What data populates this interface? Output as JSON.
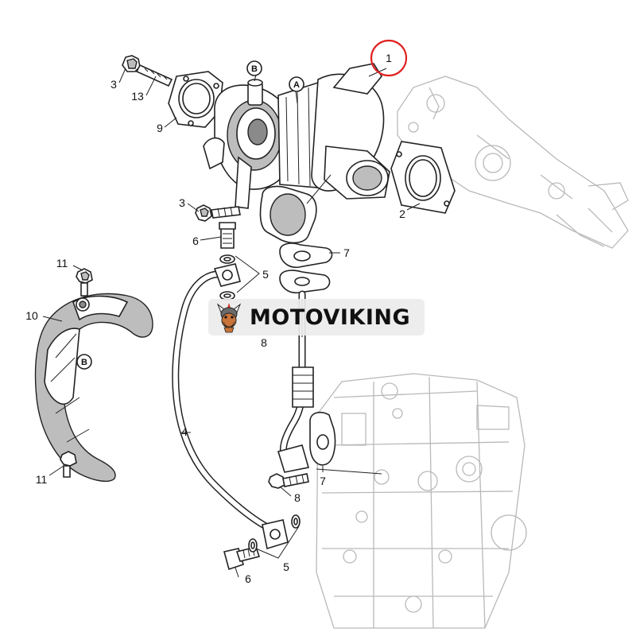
{
  "callouts": {
    "n1": "1",
    "n2": "2",
    "n3a": "3",
    "n3b": "3",
    "n4": "4",
    "n5a": "5",
    "n5b": "5",
    "n6a": "6",
    "n6b": "6",
    "n7a": "7",
    "n7b": "7",
    "n8a": "8",
    "n8b": "8",
    "n9": "9",
    "n10": "10",
    "n11a": "11",
    "n11b": "11",
    "n13": "13"
  },
  "markers": {
    "a": "A",
    "b_top": "B",
    "b_shield": "B"
  },
  "watermark": {
    "text": "MOTOVIKING",
    "logo_icon": "viking-mascot-icon"
  },
  "colors": {
    "highlight_circle": "#e02020",
    "line": "#222222",
    "ghost_line": "#b9b9b9"
  }
}
